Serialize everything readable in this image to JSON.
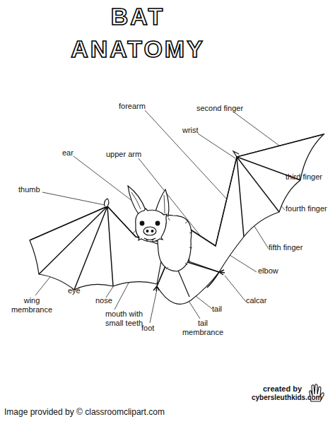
{
  "diagram": {
    "title": "BAT ANATOMY",
    "labels": [
      "forearm",
      "second finger",
      "wrist",
      "ear",
      "upper arm",
      "third finger",
      "thumb",
      "fourth finger",
      "fifth finger",
      "elbow",
      "eye",
      "calcar",
      "nose",
      "wing membrance",
      "tail",
      "mouth with small teeth",
      "tail membrance",
      "foot",
      "created by",
      "cybersleuthkids.com",
      "Image provided by © classroomclipart.com"
    ]
  }
}
